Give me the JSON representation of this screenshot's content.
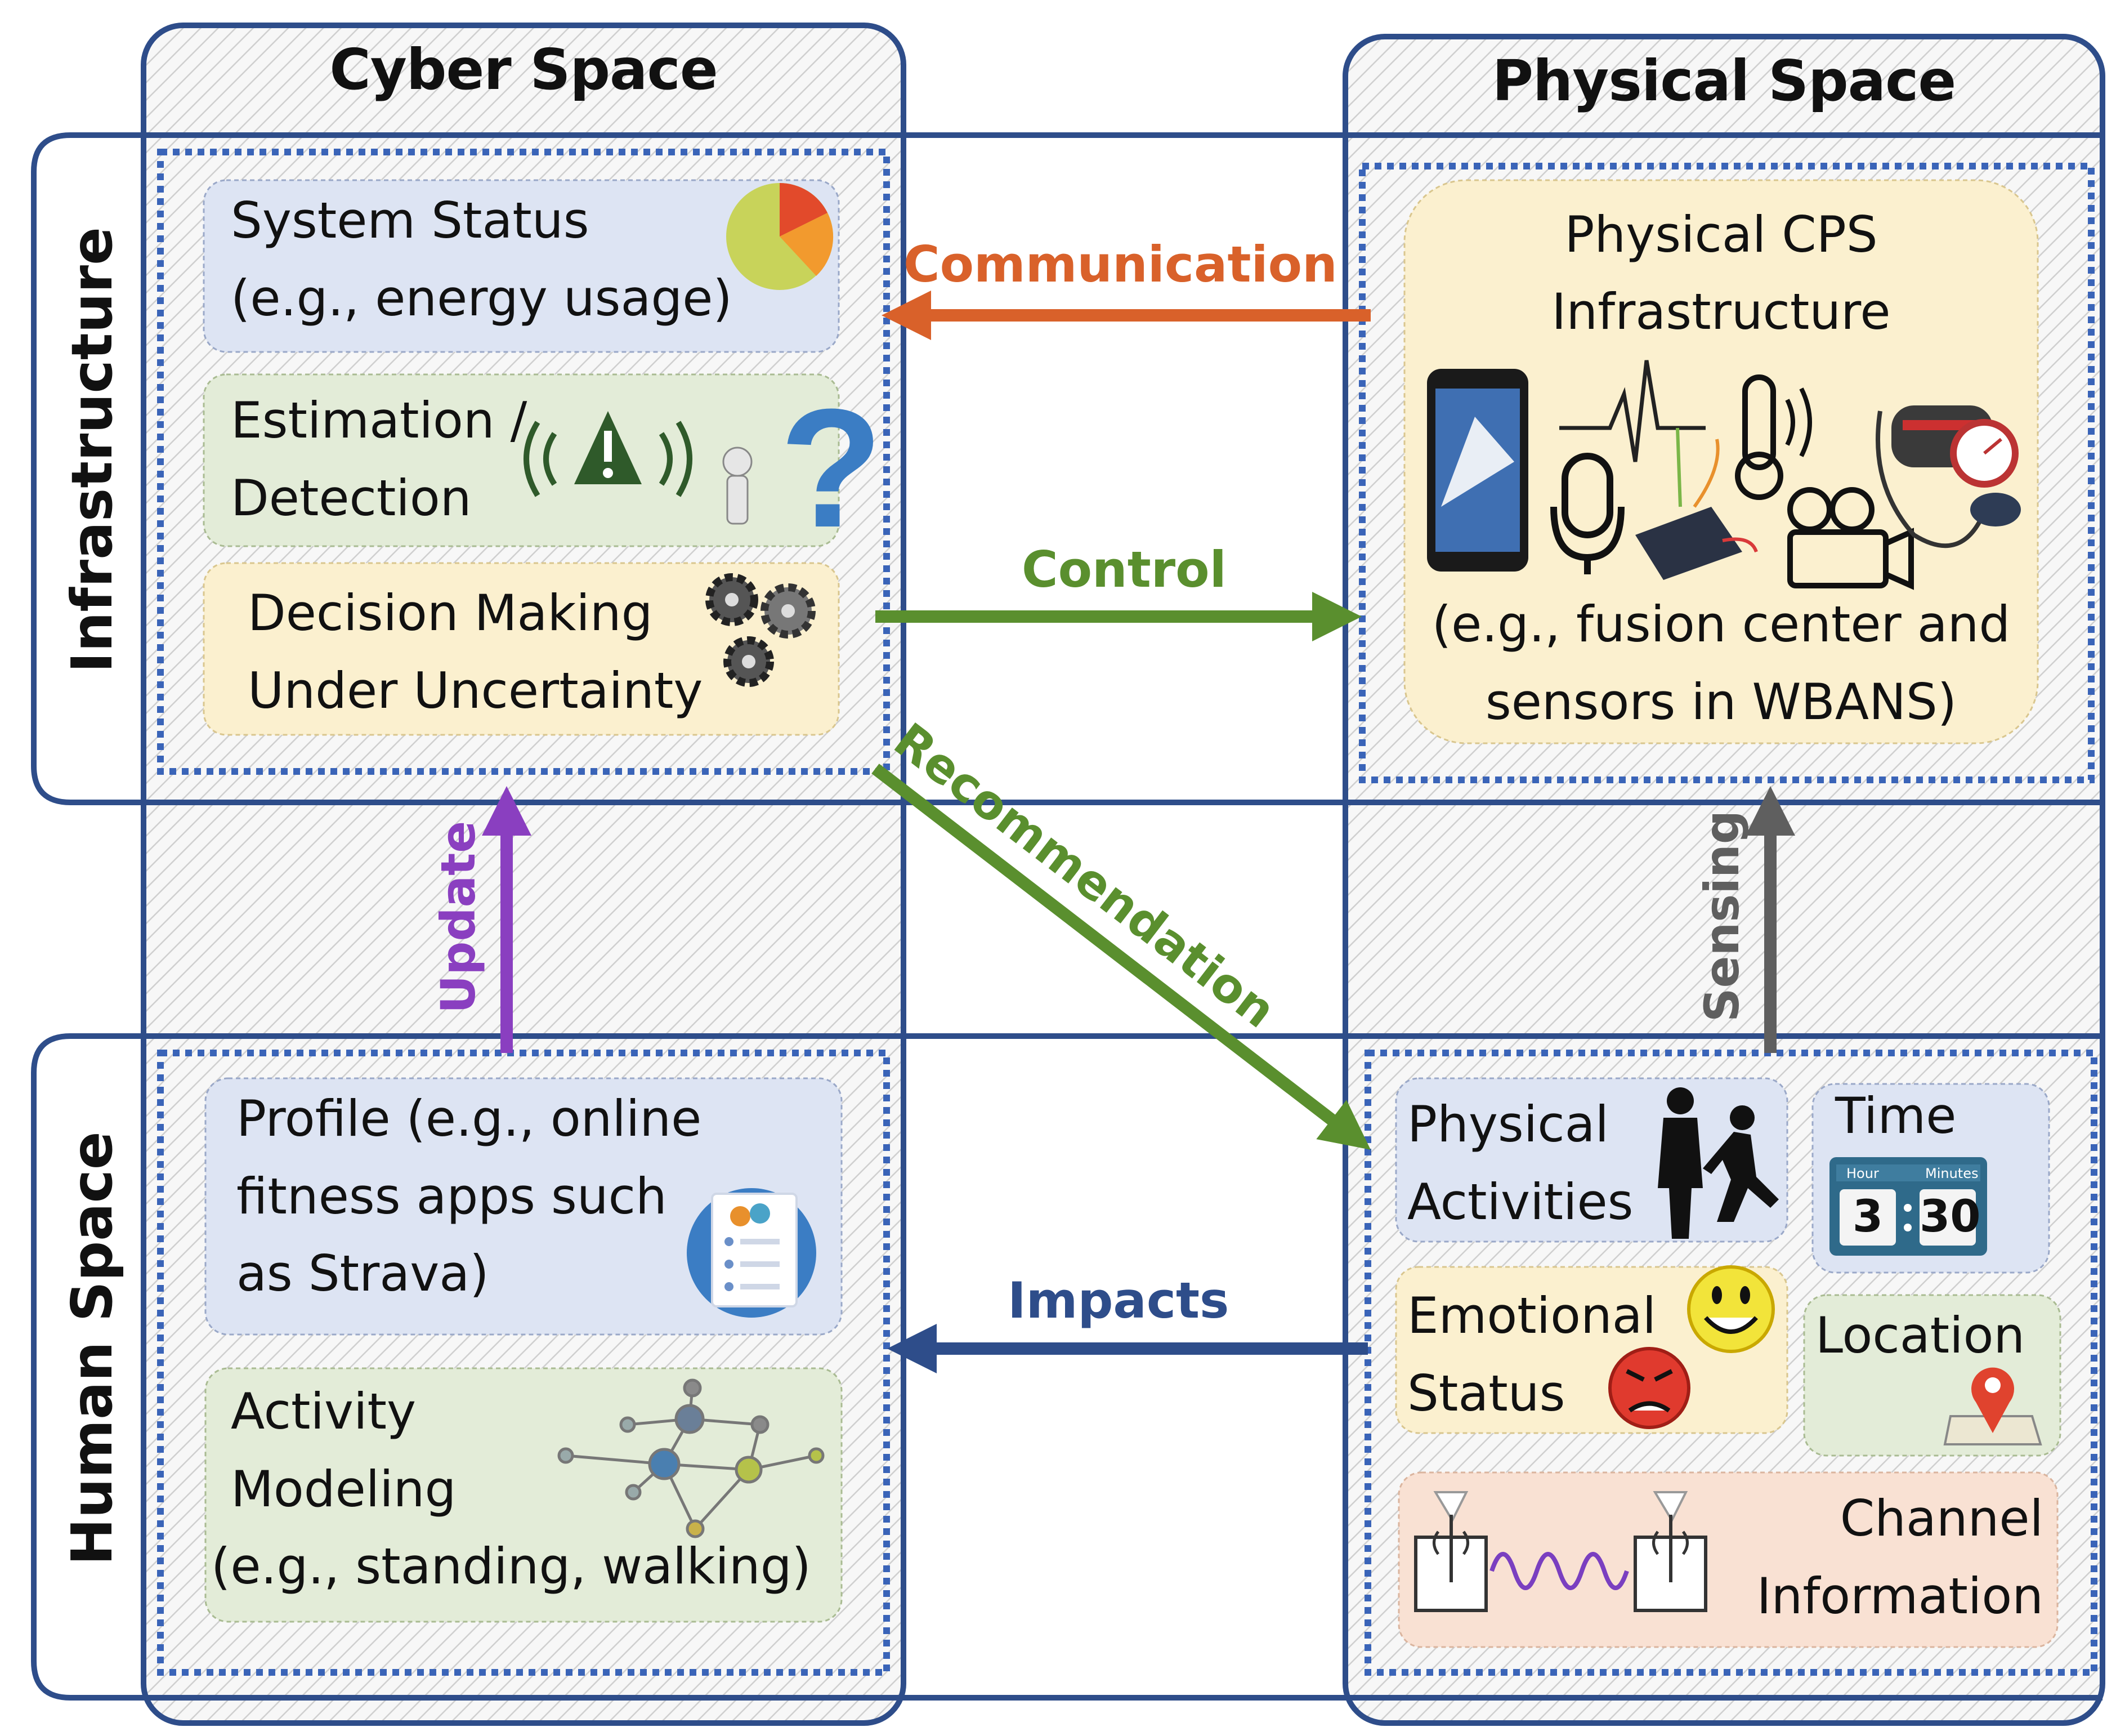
{
  "columns": {
    "cyber": "Cyber Space",
    "physical": "Physical Space"
  },
  "rows": {
    "infrastructure": "Infrastructure",
    "human": "Human Space"
  },
  "cyber_infra": {
    "system_status": [
      "System Status",
      "(e.g., energy usage)"
    ],
    "estimation": [
      "Estimation /",
      "Detection"
    ],
    "decision": [
      "Decision Making",
      "Under Uncertainty"
    ]
  },
  "physical_infra": {
    "title": [
      "Physical CPS",
      "Infrastructure"
    ],
    "example": [
      "(e.g., fusion center and",
      "sensors in WBANS)"
    ]
  },
  "cyber_human": {
    "profile": [
      "Profile (e.g., online",
      "fitness apps such",
      "as Strava)"
    ],
    "activity": [
      "Activity",
      "Modeling",
      "(e.g., standing, walking)"
    ]
  },
  "physical_human": {
    "activities": [
      "Physical",
      "Activities"
    ],
    "time": "Time",
    "clock": {
      "hour_label": "Hour",
      "minutes_label": "Minutes",
      "hour": "3",
      "minutes": "30"
    },
    "emotional": [
      "Emotional",
      "Status"
    ],
    "location": "Location",
    "channel": [
      "Channel",
      "Information"
    ]
  },
  "arrows": {
    "communication": "Communication",
    "control": "Control",
    "recommendation": "Recommendation",
    "update": "Update",
    "sensing": "Sensing",
    "impacts": "Impacts"
  },
  "colors": {
    "frame": "#2e4d8a",
    "communication": "#d9612a",
    "control": "#5a8f2e",
    "recommendation": "#5a8f2e",
    "update": "#8a3fc0",
    "sensing": "#5f5f5f",
    "impacts": "#2e4d8a",
    "box_blue": "#dde4f3",
    "box_green": "#e3ecd8",
    "box_yellow": "#fbf0cf",
    "box_orange": "#f9e1d3"
  },
  "icons": [
    "pie-chart-icon",
    "warning-signal-icon",
    "question-figure-icon",
    "gears-icon",
    "smartphone-icon",
    "heartbeat-icon",
    "microphone-icon",
    "sensor-board-icon",
    "thermometer-icon",
    "video-camera-icon",
    "blood-pressure-icon",
    "profile-document-icon",
    "network-graph-icon",
    "standing-person-icon",
    "running-person-icon",
    "clock-icon",
    "happy-face-icon",
    "angry-face-icon",
    "map-pin-icon",
    "antenna-icon",
    "wave-icon"
  ]
}
